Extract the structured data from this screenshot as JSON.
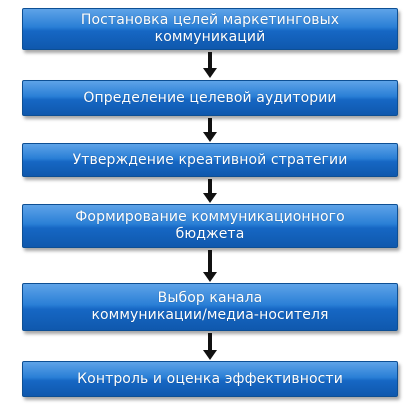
{
  "steps": [
    "Постановка целей маркетинговых\nкоммуникаций",
    "Определение целевой аудитории",
    "Утверждение креативной стратегии",
    "Формирование коммуникационного\nбюджета",
    "Выбор канала\nкоммуникации/медиа-носителя",
    "Контроль и оценка эффективности"
  ],
  "colors": {
    "box_fill": "#1e6fcc",
    "box_border": "#0d4f94",
    "text": "#ffffff",
    "arrow": "#111111"
  },
  "icons": {
    "connector": "down-arrow-icon"
  }
}
